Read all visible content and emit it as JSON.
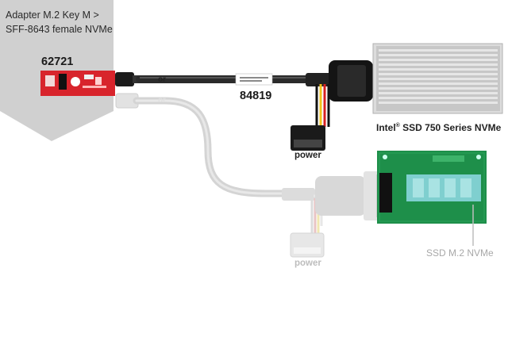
{
  "title": {
    "line1": "Adapter M.2 Key M >",
    "line2": "SFF-8643 female NVMe"
  },
  "adapter_part_number": "62721",
  "cable_part_number": "84819",
  "or_label_top": "or",
  "or_label_bottom": "or",
  "power_label_top": "power",
  "power_label_bottom": "power",
  "ssd_750": {
    "brand": "Intel",
    "mark": "®",
    "model": " SSD 750 Series NVMe"
  },
  "ssd_m2_label": "SSD M.2 NVMe",
  "colors": {
    "panel_gray": "#cfcfcf",
    "adapter_red": "#d8242c",
    "pcb_green": "#1e8f4a",
    "m2_slot": "#7fcfcf",
    "cable_black": "#1a1a1a",
    "cable_gray": "#d2d2d2",
    "wire_red": "#d82020",
    "wire_yellow": "#f2c21a",
    "wire_black": "#111111"
  }
}
